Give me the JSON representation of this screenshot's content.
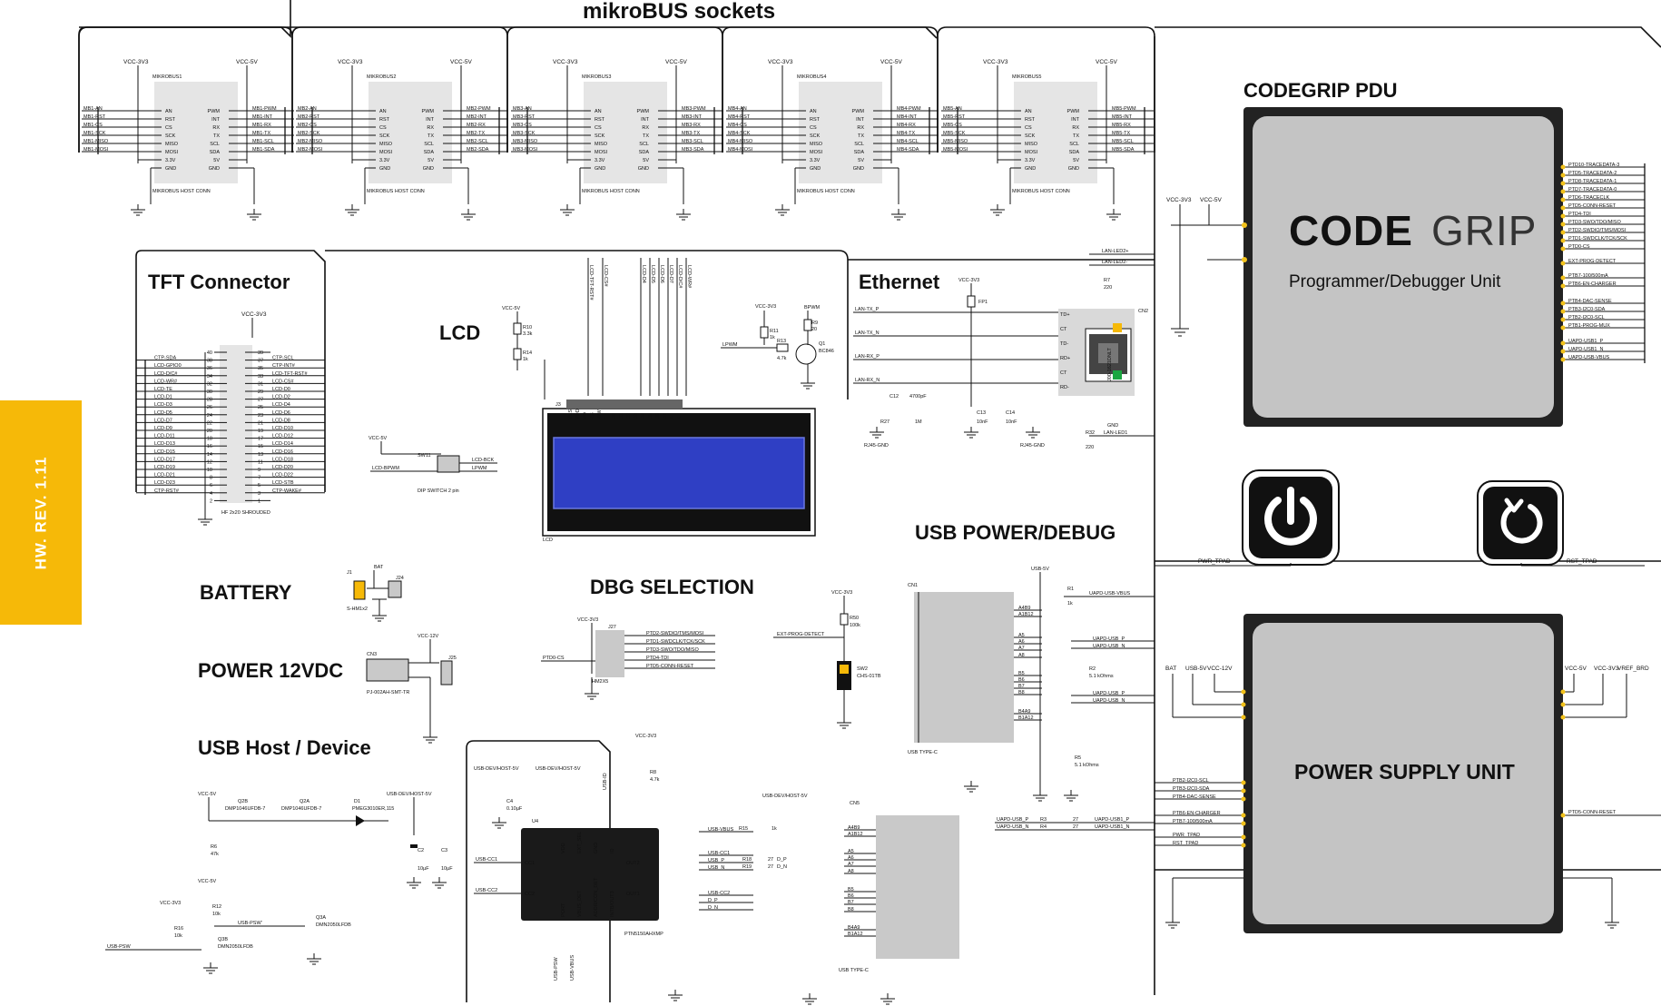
{
  "revision": "HW. REV. 1.11",
  "sections": {
    "mikrobus": "mikroBUS sockets",
    "tft": "TFT Connector",
    "lcd": "LCD",
    "ethernet": "Ethernet",
    "codegrip_pdu": "CODEGRIP PDU",
    "usb_power_debug": "USB POWER/DEBUG",
    "battery": "BATTERY",
    "dbg_selection": "DBG SELECTION",
    "power_12vdc": "POWER 12VDC",
    "usb_host_device": "USB Host / Device"
  },
  "codegrip": {
    "logo_bold": "CODE",
    "logo_light": "GRIP",
    "subtitle": "Programmer/Debugger Unit",
    "pins_right": [
      "PTD10-TRACEDATA-3",
      "PTD5-TRACEDATA-2",
      "PTD8-TRACEDATA-1",
      "PTD7-TRACEDATA-0",
      "PTD6-TRACECLK",
      "PTD5-CONN-RESET",
      "PTD4-TDI",
      "PTD3-SWO/TDO/MISO",
      "PTD2-SWDIO/TMS/MOSI",
      "PTD1-SWDCLK/TCK/SCK",
      "PTD0-CS",
      "EXT-PROG-DETECT",
      "PTB7-100/500mA",
      "PTB6-EN-CHARGER",
      "PTB4-DAC-SENSE",
      "PTB3-I2C0-SDA",
      "PTB2-I2C0-SCL",
      "PTB1-PROG-MUX",
      "UAPD-USB1_P",
      "UAPD-USB1_N",
      "UAPD-USB-VBUS"
    ],
    "pins_left": [
      "VCC-3V3",
      "VCC-5V"
    ],
    "pwr_tpad": "PWR_TPAD",
    "rst_tpad": "RST_TPAD"
  },
  "power_supply": {
    "title": "POWER SUPPLY UNIT",
    "top_left_pins": [
      "BAT",
      "USB-5V",
      "VCC-12V"
    ],
    "top_right_pins": [
      "VCC-5V",
      "VCC-3V3",
      "VREF_BRD"
    ],
    "left_pins": [
      "PTB2-I2C0-SCL",
      "PTB3-I2C0-SDA",
      "PTB4-DAC-SENSE",
      "PTB6-EN-CHARGER",
      "PTB7-100/500mA",
      "PWR_TPAD",
      "RST_TPAD"
    ],
    "right_pin": "PTD5-CONN-RESET"
  },
  "mikrobus_sockets": [
    {
      "name": "MIKROBUS1",
      "prefix": "MB1",
      "conn": "MIKROBUS HOST CONN"
    },
    {
      "name": "MIKROBUS2",
      "prefix": "MB2",
      "conn": "MIKROBUS HOST CONN"
    },
    {
      "name": "MIKROBUS3",
      "prefix": "MB3",
      "conn": "MIKROBUS HOST CONN"
    },
    {
      "name": "MIKROBUS4",
      "prefix": "MB4",
      "conn": "MIKROBUS HOST CONN"
    },
    {
      "name": "MIKROBUS5",
      "prefix": "MB5",
      "conn": "MIKROBUS HOST CONN"
    }
  ],
  "mikrobus_left_pins": [
    "AN",
    "RST",
    "CS",
    "SCK",
    "MISO",
    "MOSI",
    "3.3V",
    "GND"
  ],
  "mikrobus_right_pins": [
    "PWM",
    "INT",
    "RX",
    "TX",
    "SCL",
    "SDA",
    "5V",
    "GND"
  ],
  "mikrobus_left_nets": [
    "-AN",
    "-RST",
    "-CS",
    "-SCK",
    "-MISO",
    "-MOSI"
  ],
  "mikrobus_right_nets": [
    "-PWM",
    "-INT",
    "-RX",
    "-TX",
    "-SCL",
    "-SDA"
  ],
  "rails": {
    "v33": "VCC-3V3",
    "v5": "VCC-5V"
  },
  "tft": {
    "left_nets": [
      "CTP-SDA",
      "LCD-GPIO0",
      "LCD-D/C#",
      "LCD-WR#",
      "LCD-TE",
      "LCD-D1",
      "LCD-D3",
      "LCD-D5",
      "LCD-D7",
      "LCD-D9",
      "LCD-D11",
      "LCD-D13",
      "LCD-D15",
      "LCD-D17",
      "LCD-D19",
      "LCD-D21",
      "LCD-D23",
      "CTP-RST#"
    ],
    "right_nets": [
      "CTP-SCL",
      "CTP-INT#",
      "LCD-TFT-RST#",
      "LCD-CS#",
      "LCD-D0",
      "LCD-D2",
      "LCD-D4",
      "LCD-D6",
      "LCD-D8",
      "LCD-D10",
      "LCD-D12",
      "LCD-D14",
      "LCD-D16",
      "LCD-D18",
      "LCD-D20",
      "LCD-D22",
      "LCD-STB",
      "CTP-WAKE#"
    ],
    "left_pin_nums": [
      "40",
      "38",
      "36",
      "34",
      "32",
      "30",
      "28",
      "26",
      "24",
      "22",
      "20",
      "18",
      "16",
      "14",
      "12",
      "10",
      "8",
      "6",
      "4",
      "2"
    ],
    "right_pin_nums": [
      "39",
      "37",
      "35",
      "33",
      "31",
      "29",
      "27",
      "25",
      "23",
      "21",
      "19",
      "17",
      "15",
      "13",
      "11",
      "9",
      "7",
      "5",
      "3",
      "1"
    ],
    "part": "HF 2x20 SHROUDED",
    "rail": "VCC-3V3"
  },
  "lcd": {
    "nets": [
      "LCD-TFT-RST#",
      "LCD-CS#",
      "LCD-D4",
      "LCD-D5",
      "LCD-D6",
      "LCD-D7",
      "LCD-D/C#",
      "LCD-WR#"
    ],
    "header": "J3",
    "label": "LCD",
    "pins": [
      "VSS",
      "VDD",
      "VO",
      "RS",
      "R/W",
      "E",
      "D0",
      "D1",
      "D2",
      "D3",
      "D4",
      "D5",
      "D6",
      "D7",
      "A",
      "K"
    ],
    "r10": "R10",
    "r10v": "3.3k",
    "r14": "R14",
    "r14v": "1k",
    "rail": "VCC-5V",
    "r11": "R11",
    "r11v": "1k",
    "r13": "R13",
    "r13v": "4.7k",
    "r9": "R9",
    "r9v": "20",
    "q1": "Q1",
    "q1v": "BC846",
    "lpwm": "LPWM",
    "bpwm": "BPWM",
    "sw11": "SW11",
    "dip": "DIP SWITCH 2 pin",
    "lcd_bck": "LCD-BCK",
    "lpwm2": "LPWM",
    "lcd_bpwm": "LCD-BPWM"
  },
  "ethernet": {
    "nets": [
      "LAN-TX_P",
      "LAN-TX_N",
      "LAN-RX_P",
      "LAN-RX_N"
    ],
    "led": [
      "LAN-LED2+",
      "LAN-LED2-",
      "LAN-LED1"
    ],
    "fp1": "FP1",
    "c12": "C12",
    "c12v": "4700pF",
    "r27": "R27",
    "r27v": "1M",
    "c13": "C13",
    "c13v": "10nF",
    "c14": "C14",
    "c14v": "10nF",
    "r7": "R7",
    "r7v": "220",
    "r32": "R32",
    "r32v": "220",
    "cn2": "CN2",
    "part": "J00-1621DNLT",
    "rj45gnd": "RJ45-GND",
    "gnd": "GND",
    "pins": [
      "TD+",
      "CT",
      "TD-",
      "RD+",
      "CT",
      "RD-"
    ]
  },
  "usb_debug": {
    "rail": "USB-5V",
    "r1": "R1",
    "r1v": "1k",
    "vbus": "UAPD-USB-VBUS",
    "r2": "R2",
    "r2v": "5.1 kOhms",
    "r5": "R5",
    "r5v": "5.1 kOhms",
    "nets": [
      "UAPD-USB_P",
      "UAPD-USB_N",
      "UAPD-USB_P",
      "UAPD-USB_N"
    ],
    "cn": "CN1",
    "type": "USB TYPE-C",
    "pins": [
      "A4B9",
      "A1B12",
      "A5",
      "A6",
      "A7",
      "A8",
      "B5",
      "B6",
      "B7",
      "B8",
      "B4A9",
      "B1A12"
    ],
    "sw2": "SW2",
    "sw2v": "CHS-01TB",
    "r50": "R50",
    "r50v": "100k",
    "ext": "EXT-PROG-DETECT",
    "rail2": "VCC-3V3"
  },
  "battery": {
    "bat": "BAT",
    "j1": "J1",
    "j24": "J24",
    "part": "S-HM1x2"
  },
  "dbg": {
    "rail": "VCC-3V3",
    "j27": "J27",
    "part": "HM2X5",
    "ptd0": "PTD0-CS",
    "nets": [
      "PTD2-SWDIO/TMS/MOSI",
      "PTD1-SWDCLK/TCK/SCK",
      "PTD3-SWO/TDO/MISO",
      "PTD4-TDI",
      "PTD5-CONN-RESET"
    ]
  },
  "power12": {
    "rail": "VCC-12V",
    "cn3": "CN3",
    "j25": "J25",
    "part": "PJ-002AH-SMT-TR"
  },
  "usb_host": {
    "rails": [
      "VCC-5V",
      "VCC-5V",
      "VCC-3V3",
      "VCC-3V3"
    ],
    "q2b": "Q2B",
    "q2a": "Q2A",
    "q2bv": "DMP1046UFDB-7",
    "q2av": "DMP1046UFDB-7",
    "d1": "D1",
    "d1v": "PMEG3010ER,115",
    "vbus": "USB-DEV/HOST-5V",
    "c2": "C2",
    "c2v": "10µF",
    "c3": "C3",
    "c3v": "10µF",
    "r6": "R6",
    "r6v": "47k",
    "r12": "R12",
    "r12v": "10k",
    "r16": "R16",
    "r16v": "10k",
    "q3a": "Q3A",
    "q3av": "DMN2050LFDB",
    "q3b": "Q3B",
    "q3bv": "DMN2050LFDB",
    "psw": "USB-PSW",
    "psw2": "USB-PSW'",
    "u4": "U4",
    "u4v": "PTN5150AHXMP",
    "c4": "C4",
    "c4v": "0.10µF",
    "r8": "R8",
    "r8v": "4.7k",
    "cc1": "USB-CC1",
    "cc2": "USB-CC2",
    "id": "USB-ID",
    "usbpsw": "USB-PSW",
    "usbvbus": "USB-VBUS",
    "u4pins": [
      "CC1",
      "CC2",
      "VDD",
      "EXT_SEL",
      "GND",
      "ID",
      "OUT2",
      "OUT1",
      "PORT",
      "VBUS_DET",
      "ADDR/CON_DET",
      "INTB/OUT3"
    ],
    "cn5": "CN5",
    "cn5type": "USB TYPE-C",
    "r15": "R15",
    "r15v": "1k",
    "r18": "R18",
    "r18v": "27",
    "r19": "R19",
    "r19v": "27",
    "r3": "R3",
    "r3v": "27",
    "r4": "R4",
    "r4v": "27",
    "left_nets": [
      "USB-VBUS",
      "USB-CC1",
      "USB_P",
      "USB_N",
      "USB-CC2",
      "D_P",
      "D_N"
    ],
    "uapd": [
      "UAPD-USB_P",
      "UAPD-USB_N"
    ],
    "uapd1": [
      "UAPD-USB1_P",
      "UAPD-USB1_N"
    ],
    "dp": "D_P",
    "dn": "D_N",
    "pins": [
      "A4B9",
      "A1B12",
      "A5",
      "A6",
      "A7",
      "A8",
      "B5",
      "B6",
      "B7",
      "B8",
      "B4A9",
      "B1A12"
    ]
  },
  "colors": {
    "accent": "#f6b908",
    "chip": "#e5e5e5",
    "button": "#111111"
  },
  "icons": [
    "power-icon",
    "reset-icon"
  ]
}
